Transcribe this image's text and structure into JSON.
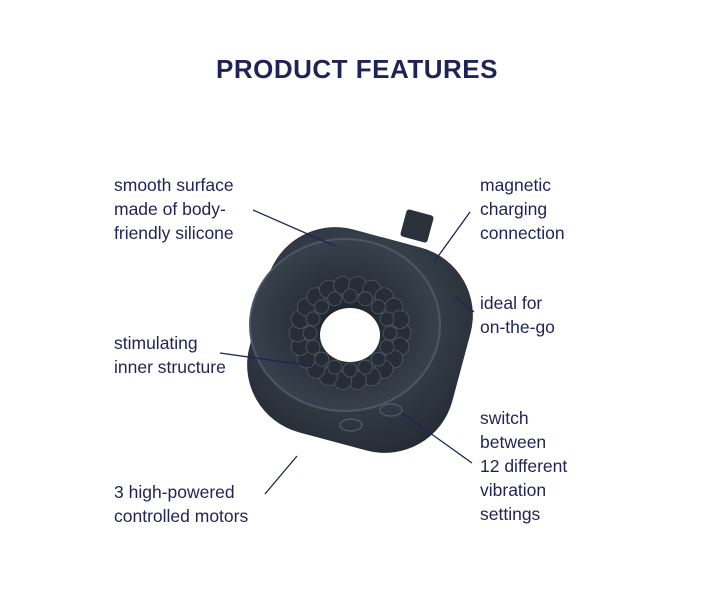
{
  "title": "PRODUCT FEATURES",
  "features": {
    "surface": "smooth surface\nmade of body-\nfriendly silicone",
    "charging": "magnetic\ncharging\nconnection",
    "portable": "ideal for\non-the-go",
    "inner": "stimulating\ninner structure",
    "motors": "3 high-powered\ncontrolled motors",
    "vibration": "switch\nbetween\n12 different\nvibration\nsettings"
  },
  "colors": {
    "text": "#1f2356",
    "product": "#2f3742"
  }
}
